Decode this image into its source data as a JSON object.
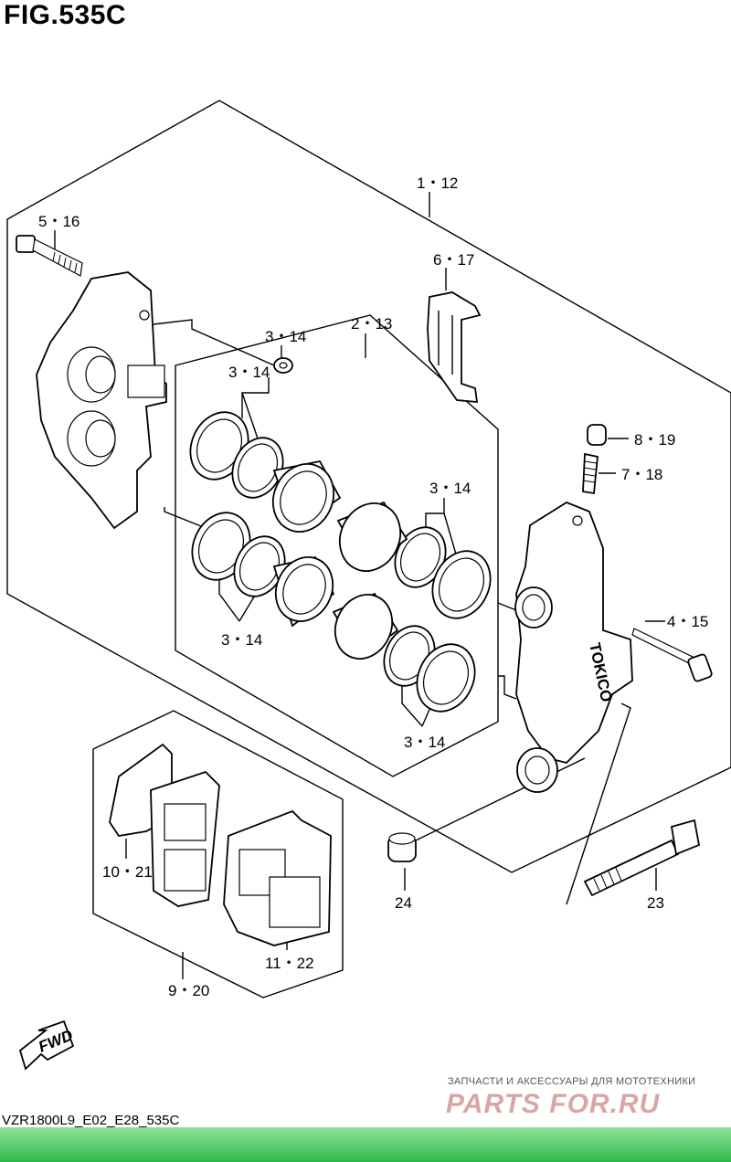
{
  "figure": {
    "title": "FIG.535C",
    "code": "VZR1800L9_E02_E28_535C"
  },
  "watermark": {
    "subtitle": "ЗАПЧАСТИ И АКСЕССУАРЫ ДЛЯ МОТОТЕХНИКИ",
    "brand": "PARTS FOR.RU"
  },
  "callouts": {
    "c1": "1・12",
    "c2": "2・13",
    "c3a": "3・14",
    "c3b": "3・14",
    "c3c": "3・14",
    "c3d": "3・14",
    "c3e": "3・14",
    "c4": "4・15",
    "c5": "5・16",
    "c6": "6・17",
    "c7": "7・18",
    "c8": "8・19",
    "c9": "9・20",
    "c10": "10・21",
    "c11": "11・22",
    "c23": "23",
    "c24": "24"
  },
  "caliper_marking": "TOKICO",
  "fwd_label": "FWD"
}
